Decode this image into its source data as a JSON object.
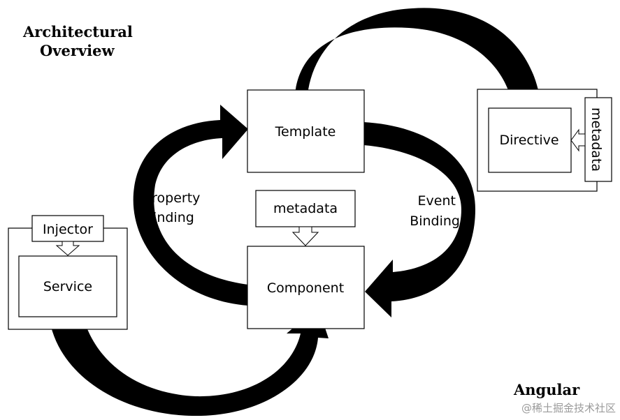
{
  "heading": {
    "line1": "Architectural",
    "line2": "Overview"
  },
  "footer": {
    "brand": "Angular",
    "watermark": "@稀土掘金技术社区"
  },
  "nodes": {
    "template": "Template",
    "component": "Component",
    "component_metadata": "metadata",
    "directive": "Directive",
    "directive_metadata": "metadata",
    "injector": "Injector",
    "service": "Service"
  },
  "edges": {
    "property_binding": [
      "Property",
      "Binding"
    ],
    "event_binding": [
      "Event",
      "Binding"
    ]
  },
  "colors": {
    "arrow": "#000000",
    "box_border": "#000000",
    "background": "#ffffff",
    "watermark": "#9a9a9a"
  }
}
